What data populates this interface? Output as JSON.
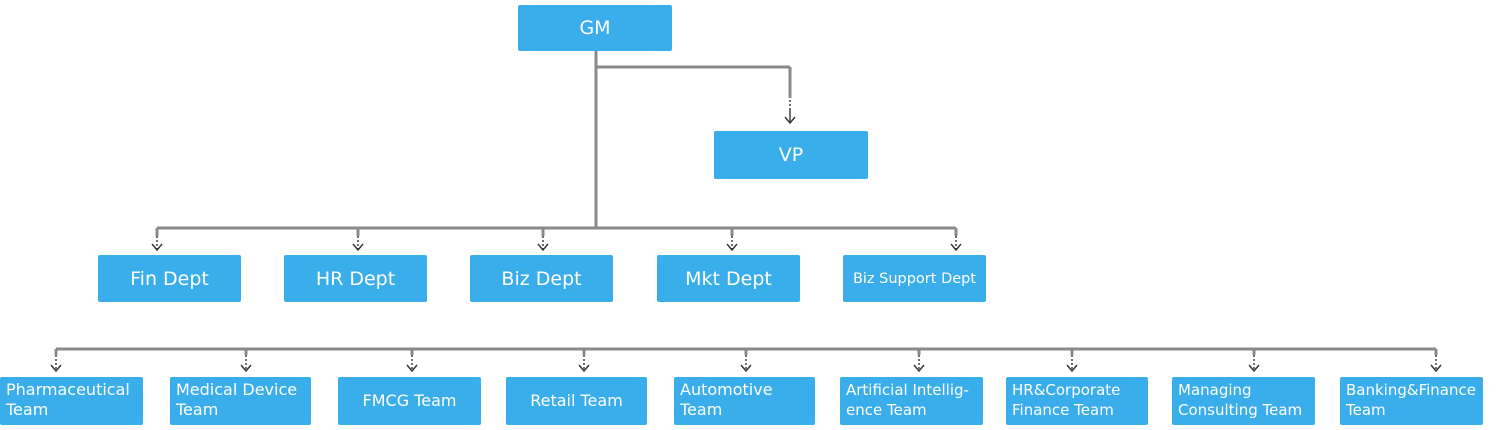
{
  "top": {
    "gm": "GM",
    "vp": "VP"
  },
  "departments": [
    "Fin Dept",
    "HR Dept",
    "Biz Dept",
    "Mkt Dept",
    "Biz Support Dept"
  ],
  "teams": [
    [
      "Pharmaceutical",
      "Team"
    ],
    [
      "Medical Device",
      "Team"
    ],
    [
      "FMCG Team"
    ],
    [
      "Retail Team"
    ],
    [
      "Automotive",
      "Team"
    ],
    [
      "Artificial Intellig-",
      "ence Team"
    ],
    [
      "HR&Corporate",
      "Finance Team"
    ],
    [
      "Managing",
      "Consulting Team"
    ],
    [
      "Banking&Finance",
      "Team"
    ]
  ],
  "colors": {
    "box": "#3aadeb",
    "connector": "#8a8a8a",
    "arrow": "#333333"
  }
}
